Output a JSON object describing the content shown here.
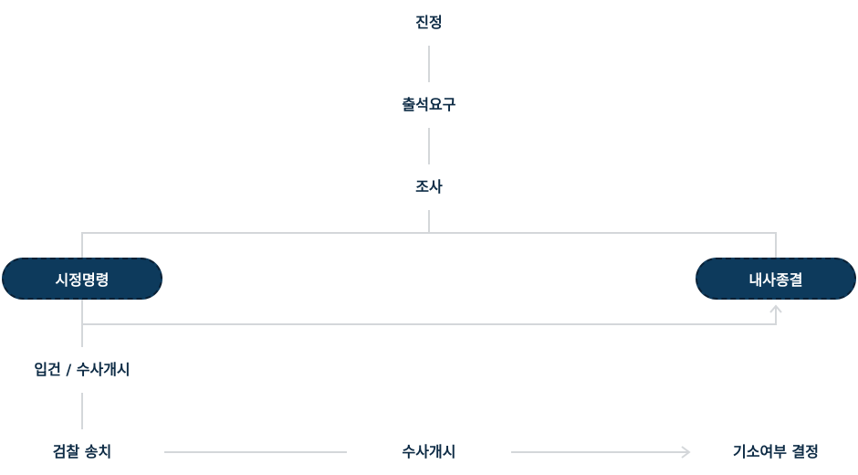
{
  "nodes": {
    "jinjeong": "진정",
    "attendance": "출석요구",
    "investigation": "조사",
    "correction_order": "시정명령",
    "internal_closure": "내사종결",
    "case_start": "입건 / 수사개시",
    "referral": "검찰 송치",
    "investigation_start": "수사개시",
    "indictment_decision": "기소여부 결정"
  },
  "colors": {
    "text": "#0d2b45",
    "pill_fill": "#0d3a5c",
    "pill_border": "#0a1f33",
    "connector": "#d4d7da"
  }
}
